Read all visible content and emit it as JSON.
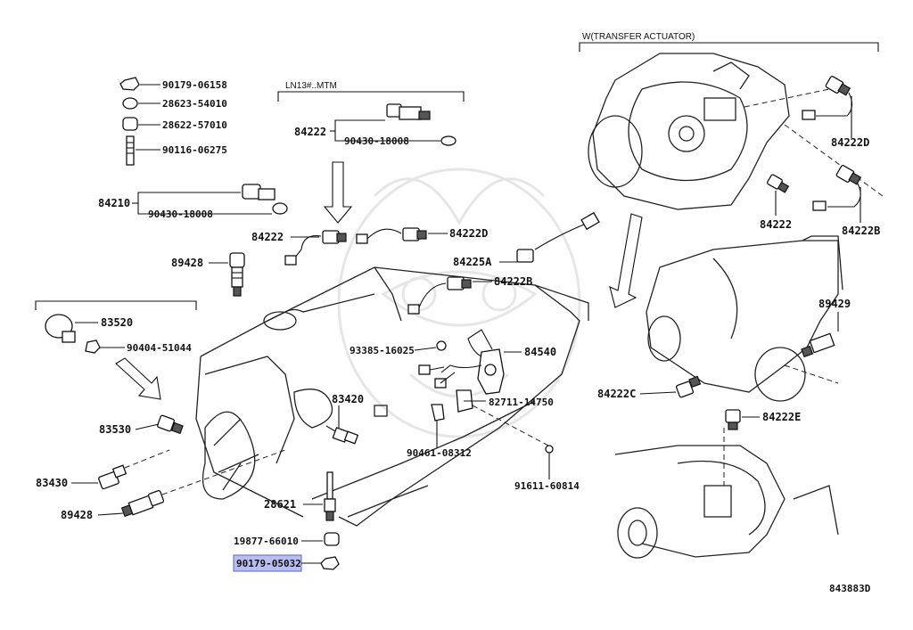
{
  "headers": {
    "transfer_actuator": "W(TRANSFER ACTUATOR)",
    "mtm": "LN13#..MTM"
  },
  "labels": {
    "p90179_06158": "90179-06158",
    "p28623_54010": "28623-54010",
    "p28622_57010": "28622-57010",
    "p90116_06275": "90116-06275",
    "p84210": "84210",
    "p90430_18008_a": "90430-18008",
    "p84222_mtm": "84222",
    "p90430_18008_b": "90430-18008",
    "p84222_left": "84222",
    "p84222d_mid": "84222D",
    "p89428_top": "89428",
    "p84225a": "84225A",
    "p84222b_mid": "84222B",
    "p83520": "83520",
    "p90404_51044": "90404-51044",
    "p93385_16025": "93385-16025",
    "p84540": "84540",
    "p83420": "83420",
    "p82711_14750": "82711-14750",
    "p83530": "83530",
    "p90461_08312": "90461-08312",
    "p91611_60814": "91611-60814",
    "p83430": "83430",
    "p28621": "28621",
    "p89428_bottom": "89428",
    "p19877_66010": "19877-66010",
    "p90179_05032": "90179-05032",
    "p84222d_right": "84222D",
    "p84222_right": "84222",
    "p84222b_right": "84222B",
    "p89429": "89429",
    "p84222c": "84222C",
    "p84222e": "84222E"
  },
  "figure_id": "843883D",
  "highlight_color": "#b8bff0"
}
